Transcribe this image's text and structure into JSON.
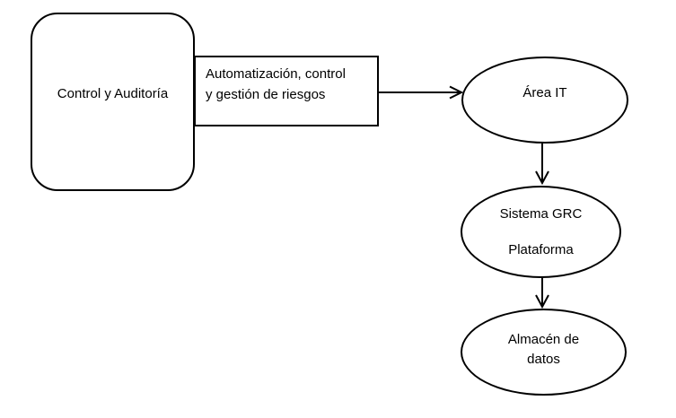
{
  "diagram": {
    "colors": {
      "background": "#ffffff",
      "stroke": "#000000",
      "text": "#000000"
    },
    "nodes": {
      "control_auditoria": {
        "shape": "rounded-rectangle",
        "label": "Control y Auditoría"
      },
      "automatizacion": {
        "shape": "rectangle",
        "lines": [
          "Automatización, control",
          "y gestión de riesgos"
        ]
      },
      "area_it": {
        "shape": "ellipse",
        "label": "Área IT"
      },
      "sistema_grc": {
        "shape": "ellipse",
        "lines": [
          "Sistema GRC",
          "Plataforma"
        ]
      },
      "almacen_datos": {
        "shape": "ellipse",
        "lines": [
          "Almacén de",
          "datos"
        ]
      }
    },
    "connectors": [
      {
        "from": "automatizacion",
        "to": "area_it",
        "direction": "right",
        "style": "open-arrow"
      },
      {
        "from": "area_it",
        "to": "sistema_grc",
        "direction": "down",
        "style": "open-arrow"
      },
      {
        "from": "sistema_grc",
        "to": "almacen_datos",
        "direction": "down",
        "style": "open-arrow"
      }
    ]
  }
}
